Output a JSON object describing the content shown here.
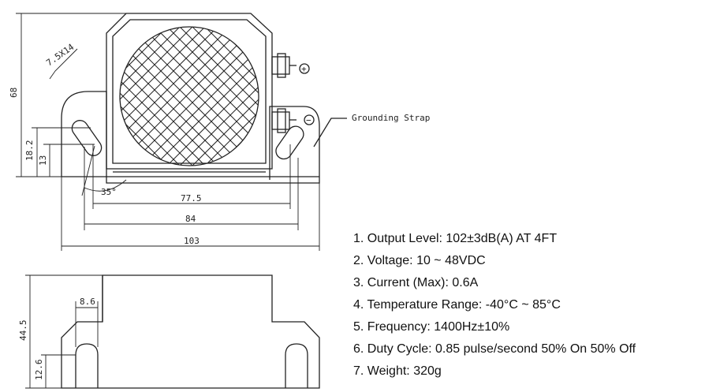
{
  "dimensions": {
    "height_68": "68",
    "height_18_2": "18.2",
    "height_13": "13",
    "slot": "7.5X14",
    "angle": "35°",
    "width_77_5": "77.5",
    "width_84": "84",
    "width_103": "103",
    "height_44_5": "44.5",
    "width_8_6": "8.6",
    "height_12_6": "12.6"
  },
  "terminals": {
    "positive": "+",
    "negative": "−"
  },
  "callouts": {
    "grounding_strap": "Grounding Strap"
  },
  "specs": [
    "1. Output Level: 102±3dB(A) AT 4FT",
    "2. Voltage: 10 ~ 48VDC",
    "3. Current (Max): 0.6A",
    "4. Temperature Range: -40°C ~  85°C",
    "5. Frequency: 1400Hz±10%",
    "6. Duty Cycle: 0.85 pulse/second 50% On 50% Off",
    "7. Weight: 320g"
  ]
}
